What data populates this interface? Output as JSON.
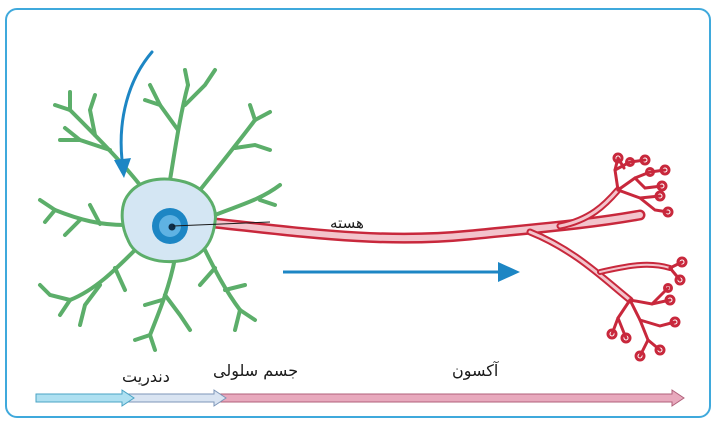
{
  "labels": {
    "nucleus": "هسته",
    "dendrite": "دندریت",
    "cell_body": "جسم سلولی",
    "axon": "آکسون"
  },
  "colors": {
    "frame": "#3fa9dc",
    "dendrite_green": "#5cae6a",
    "cell_fill": "#d4e6f3",
    "axon_red": "#c8283c",
    "axon_fill": "#f3c4cc",
    "nucleus_blue": "#1d86c4",
    "signal_arrow": "#1d86c4",
    "bar_dendrite": "#aee0f1",
    "bar_cell_body": "#d9e4f2",
    "bar_axon": "#e8a9bd"
  },
  "icons": [
    "incoming-signal-arrow",
    "signal-direction-arrow"
  ]
}
